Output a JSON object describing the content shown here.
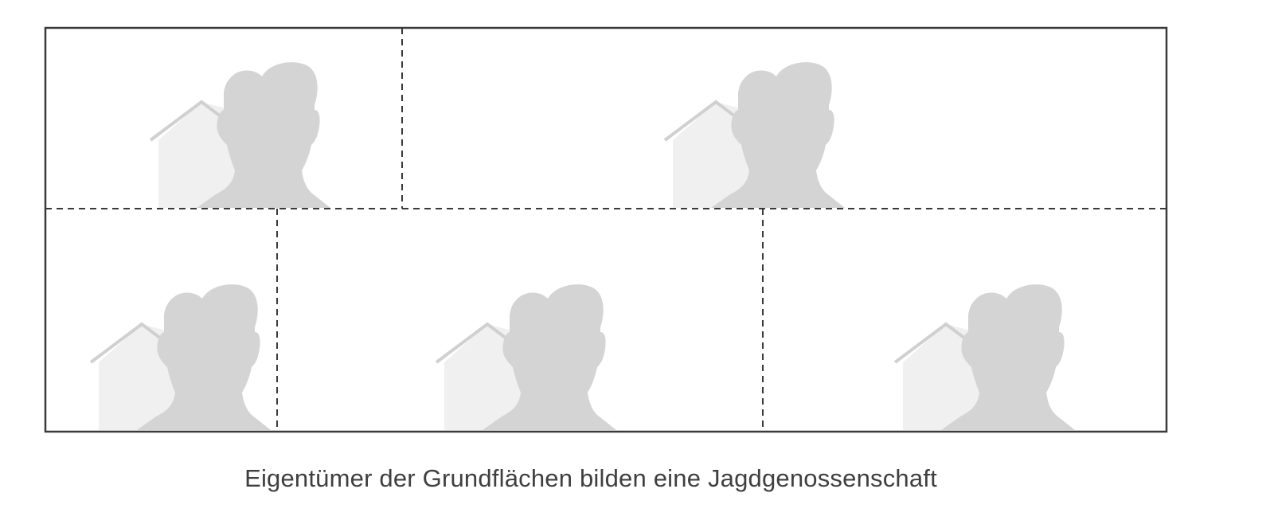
{
  "caption": "Eigentümer der Grundflächen bilden eine Jagdgenossenschaft",
  "parcels": [
    {
      "row": 1,
      "icon": "owner-with-house-icon"
    },
    {
      "row": 1,
      "icon": "owner-with-house-icon"
    },
    {
      "row": 2,
      "icon": "owner-with-house-icon"
    },
    {
      "row": 2,
      "icon": "owner-with-house-icon"
    },
    {
      "row": 2,
      "icon": "owner-with-house-icon"
    }
  ],
  "colors": {
    "border": "#3a3a3a",
    "divider": "#3a3a3a",
    "person": "#d4d4d4",
    "house_fill": "#f0f0f0",
    "house_roof": "#d0d0d0",
    "caption": "#3f3f3f"
  }
}
